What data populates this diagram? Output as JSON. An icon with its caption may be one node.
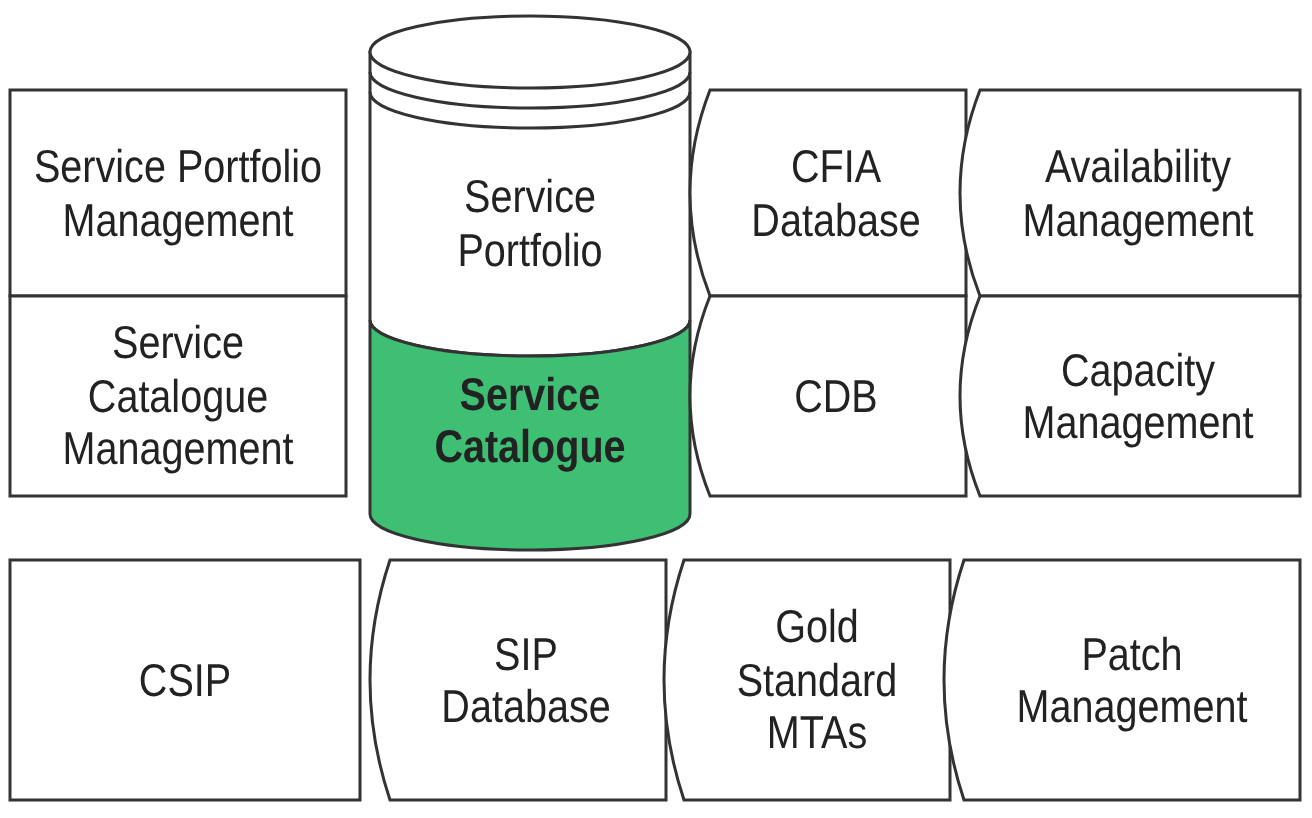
{
  "diagram": {
    "nodes": [
      {
        "text": [
          "Service Portfolio Management"
        ]
      },
      {
        "text": [
          "Service Portfolio"
        ]
      },
      {
        "text": [
          "CFIA Database"
        ]
      },
      {
        "text": [
          "Availability Management"
        ]
      },
      {
        "text": [
          "Service Catalogue Management"
        ]
      },
      {
        "text": [
          "Service Catalogue"
        ]
      },
      {
        "text": [
          "CDB"
        ]
      },
      {
        "text": [
          "Capacity Management"
        ]
      },
      {
        "text": [
          "CSIP"
        ]
      },
      {
        "text": [
          "SIP Database"
        ]
      },
      {
        "text": [
          "Gold Standard MTAs"
        ]
      },
      {
        "text": [
          "Patch Management"
        ]
      }
    ]
  }
}
